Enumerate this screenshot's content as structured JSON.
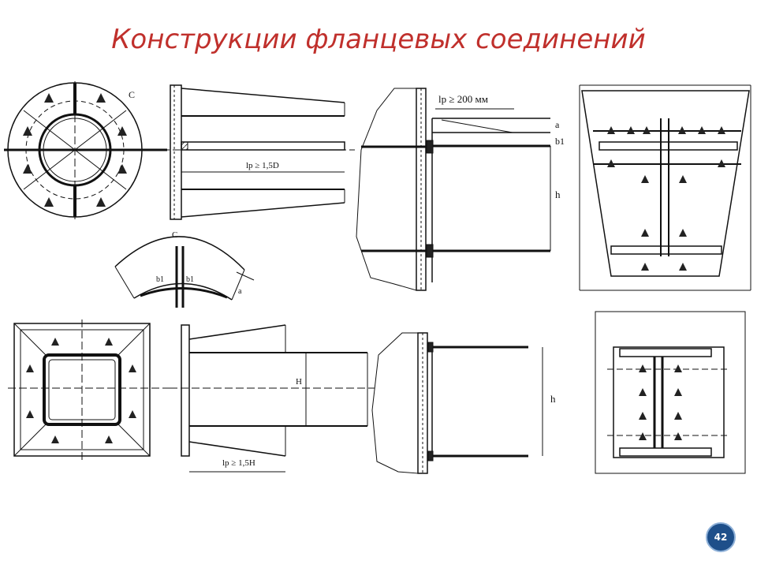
{
  "title": "Конструкции фланцевых соединений",
  "colors": {
    "title": "#c0302c",
    "ink": "#111111",
    "badge": "#1e4f8a"
  },
  "labels": {
    "c_top": "C",
    "c_mid": "C",
    "lp_circ": "lp ≥ 1,5D",
    "lp_200": "lp ≥ 200 мм",
    "a": "a",
    "b1": "b1",
    "h_top": "h",
    "b1_left": "b1",
    "b1_right": "b1",
    "a_arc": "a",
    "H": "H",
    "lp_square": "lp ≥ 1,5H",
    "h_bottom": "h"
  },
  "slide_number": "42"
}
